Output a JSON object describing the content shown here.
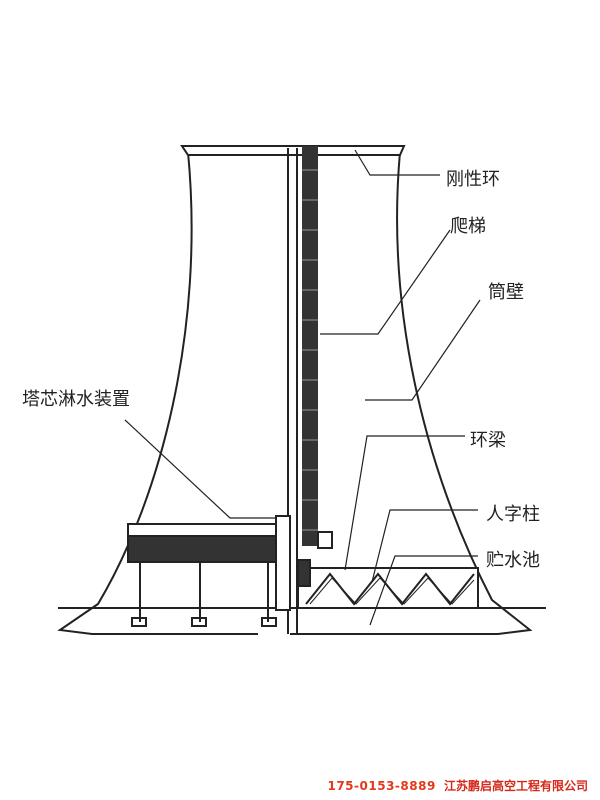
{
  "labels": {
    "rigid_ring": "刚性环",
    "ladder": "爬梯",
    "shell_wall": "筒壁",
    "spray_device": "塔芯淋水装置",
    "ring_beam": "环梁",
    "herringbone_column": "人字柱",
    "water_basin": "贮水池"
  },
  "footer": {
    "phone": "175-0153-8889",
    "company": "江苏鹏启高空工程有限公司"
  },
  "colors": {
    "line": "#222222",
    "footer_phone": "#e23a1a",
    "footer_company": "#d6291a"
  }
}
